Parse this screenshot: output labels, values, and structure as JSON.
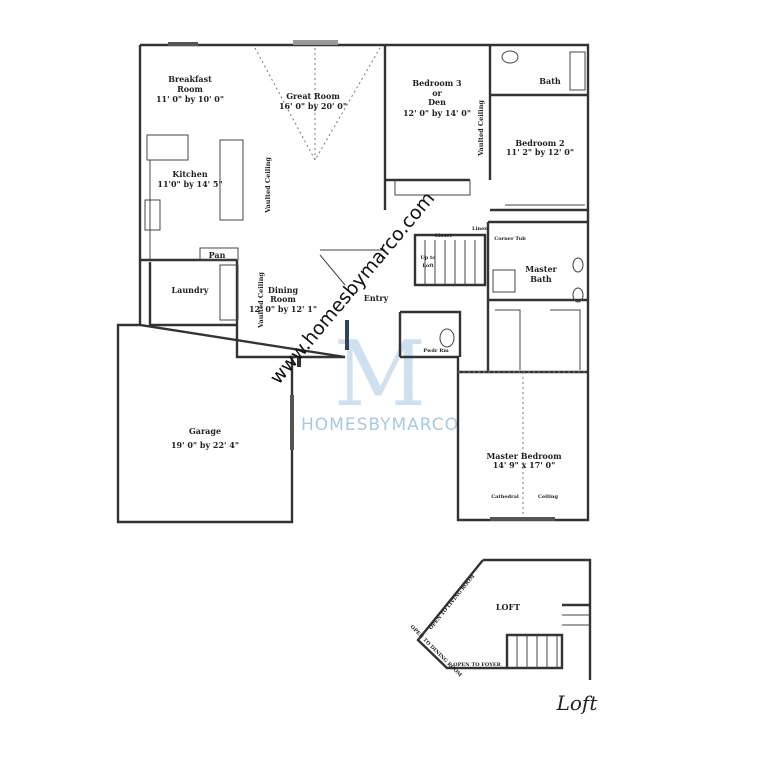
{
  "rooms": {
    "breakfast": {
      "name1": "Breakfast",
      "name2": "Room",
      "size": "11' 0\" by 10' 0\""
    },
    "great": {
      "name": "Great Room",
      "size": "16' 0\" by 20' 0\""
    },
    "kitchen": {
      "name": "Kitchen",
      "size": "11'0\" by 14' 5\""
    },
    "pan": {
      "name": "Pan"
    },
    "laundry": {
      "name": "Laundry"
    },
    "dining": {
      "name1": "Dining",
      "name2": "Room",
      "size": "12' 0\" by 12' 1\""
    },
    "entry": {
      "name": "Entry"
    },
    "bedroom3": {
      "name1": "Bedroom 3",
      "name2": "or",
      "name3": "Den",
      "size": "12' 0\" by 14' 0\""
    },
    "bath": {
      "name": "Bath"
    },
    "bedroom2": {
      "name": "Bedroom 2",
      "size": "11' 2\" by 12' 0\""
    },
    "closet": {
      "name": "Closet"
    },
    "linen": {
      "name": "Linen"
    },
    "stairs": {
      "line1": "Up to",
      "line2": "Loft"
    },
    "corner_tub": {
      "name": "Corner Tub"
    },
    "master_bath": {
      "name1": "Master",
      "name2": "Bath"
    },
    "powder": {
      "name": "Pwdr Rm"
    },
    "garage": {
      "name": "Garage",
      "size": "19' 0\" by 22' 4\""
    },
    "master_bedroom": {
      "name": "Master Bedroom",
      "size": "14' 9\" x 17' 0\"",
      "ceiling_left": "Cathedral",
      "ceiling_right": "Ceiling"
    }
  },
  "notes": {
    "vaulted": "Vaulted Ceiling"
  },
  "loft": {
    "name": "LOFT",
    "open_living": "OPEN TO LIVING ROOM",
    "open_dining": "OPEN TO DINING ROOM",
    "open_foyer": "OPEN TO FOYER",
    "caption": "Loft"
  },
  "watermark": {
    "url": "www.homesbymarco.com",
    "brand": "HOMESBYMARCO",
    "logo_letter": "M",
    "color": "#9cc3df"
  }
}
